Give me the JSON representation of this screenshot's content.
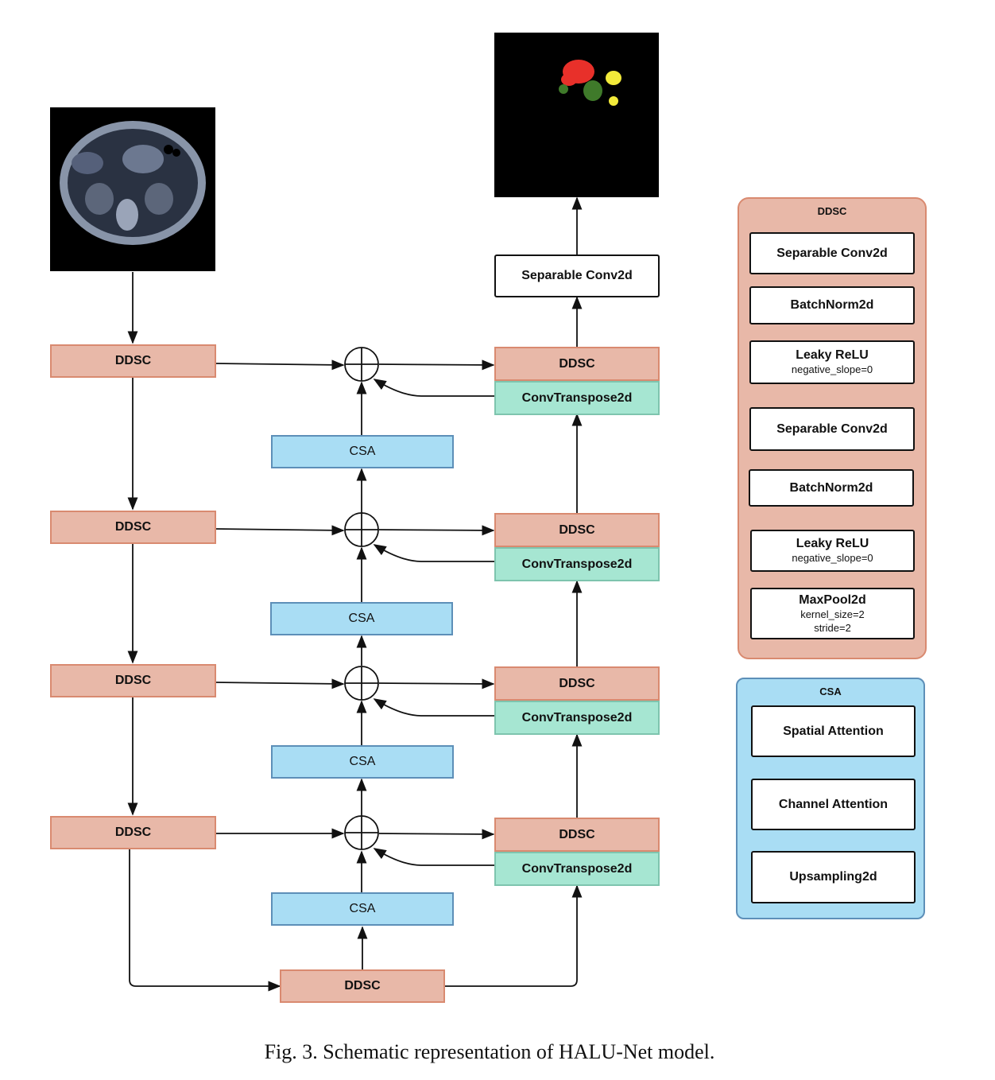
{
  "diagram": {
    "encoder_label": "DDSC",
    "bottleneck_label": "DDSC",
    "decoder_label": "DDSC",
    "upconv_label": "ConvTranspose2d",
    "csa_label": "CSA",
    "output_conv_label": "Separable Conv2d"
  },
  "legend_ddsc": {
    "title": "DDSC",
    "items": [
      {
        "label": "Separable Conv2d",
        "sub": ""
      },
      {
        "label": "BatchNorm2d",
        "sub": ""
      },
      {
        "label": "Leaky ReLU",
        "sub": "negative_slope=0"
      },
      {
        "label": "Separable Conv2d",
        "sub": ""
      },
      {
        "label": "BatchNorm2d",
        "sub": ""
      },
      {
        "label": "Leaky ReLU",
        "sub": "negative_slope=0"
      },
      {
        "label": "MaxPool2d",
        "sub": "kernel_size=2",
        "sub2": "stride=2"
      }
    ]
  },
  "legend_csa": {
    "title": "CSA",
    "items": [
      {
        "label": "Spatial Attention"
      },
      {
        "label": "Channel Attention"
      },
      {
        "label": "Upsampling2d"
      }
    ]
  },
  "caption": "Fig. 3.  Schematic representation of HALU-Net model.",
  "colors": {
    "ddsc_fill": "#e8b8a8",
    "conv_fill": "#a6e6d2",
    "csa_fill": "#a9ddf4",
    "seg_red": "#e8302a",
    "seg_green": "#3f7a2a",
    "seg_yellow": "#f2ea3a"
  }
}
